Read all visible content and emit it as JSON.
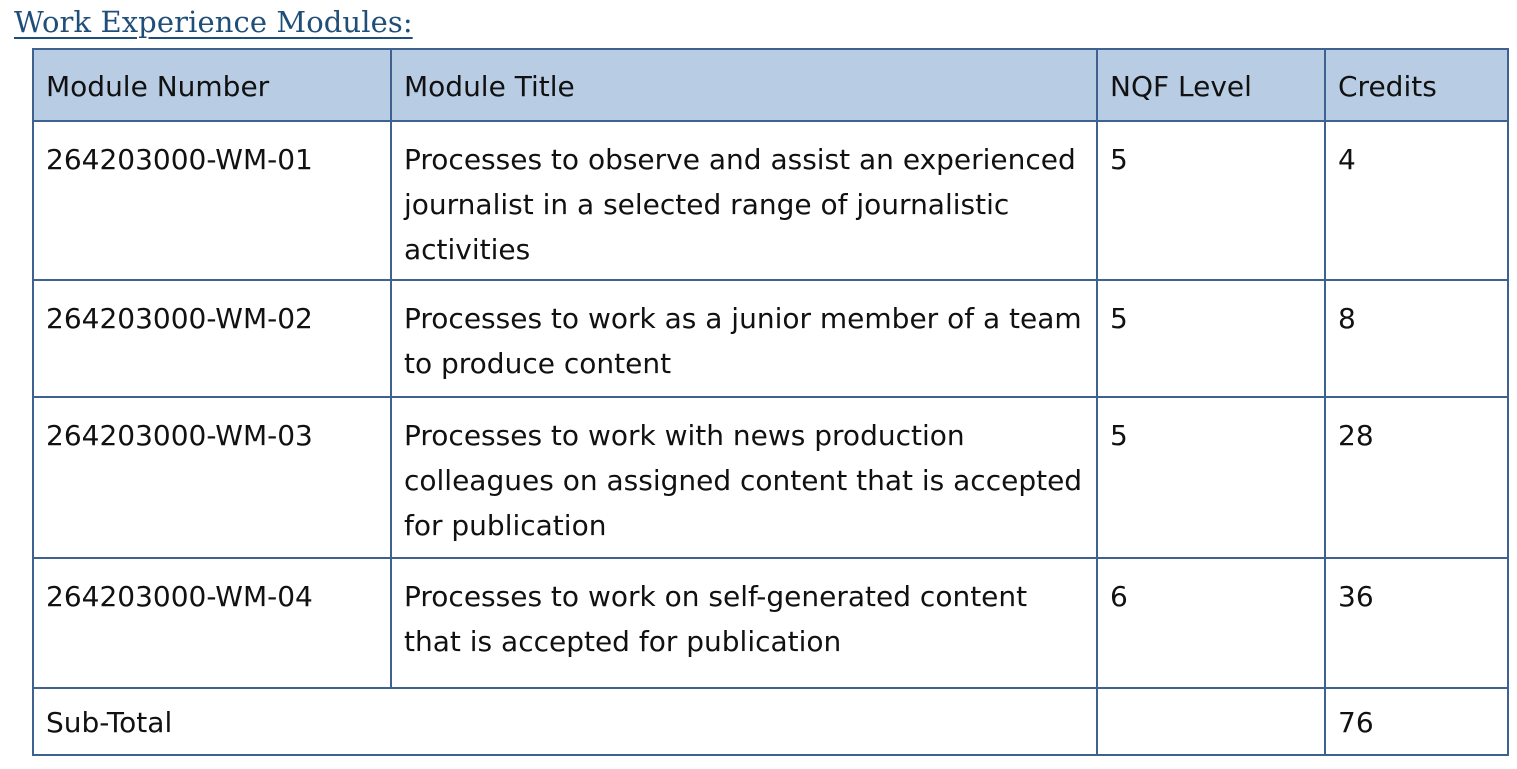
{
  "heading": "Work Experience Modules:",
  "table": {
    "headers": {
      "module_number": "Module Number",
      "module_title": "Module Title",
      "nqf_level": "NQF Level",
      "credits": "Credits"
    },
    "rows": [
      {
        "module_number": "264203000-WM-01",
        "module_title": "Processes to observe and assist an experienced journalist in a selected range of journalistic activities",
        "nqf_level": "5",
        "credits": "4"
      },
      {
        "module_number": "264203000-WM-02",
        "module_title": "Processes to work as a junior member of a team to produce content",
        "nqf_level": "5",
        "credits": "8"
      },
      {
        "module_number": "264203000-WM-03",
        "module_title": "Processes to work with news production colleagues on assigned content that is accepted for publication",
        "nqf_level": "5",
        "credits": "28"
      },
      {
        "module_number": "264203000-WM-04",
        "module_title": "Processes to work on self-generated content that is accepted for publication",
        "nqf_level": "6",
        "credits": "36"
      }
    ],
    "subtotal": {
      "label": "Sub-Total",
      "credits": "76"
    }
  },
  "colors": {
    "header_background": "#b8cce4",
    "border": "#3f618f",
    "heading_text": "#1f4e79"
  }
}
